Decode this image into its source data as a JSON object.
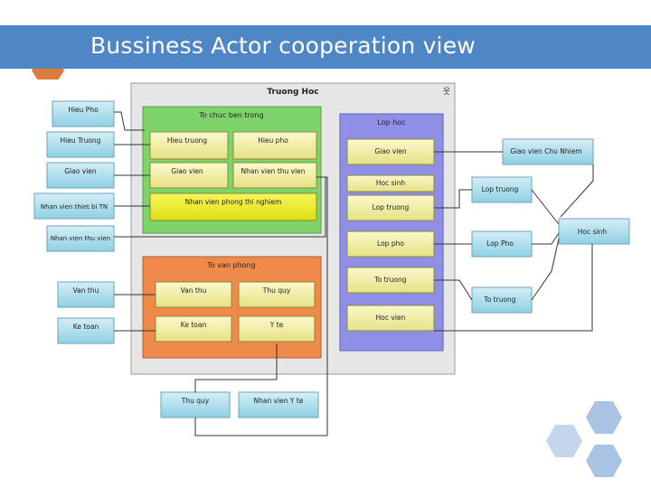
{
  "slide": {
    "title": "Bussiness Actor cooperation view"
  },
  "colors": {
    "title_bar": "#4f86c6",
    "hex_blue": "#3a4fc8",
    "hex_green": "#7bb24a",
    "hex_orange": "#e07a3a",
    "hex_light": "#a9c3e4",
    "actor_fill": "#a8dcec",
    "role_fill": "#f1ee9c",
    "green_group": "#7ed36a",
    "orange_group": "#f08a4a",
    "blue_group": "#8f8fe8",
    "outer_group": "#e6e6e6"
  },
  "diagram": {
    "outer_group": {
      "label": "Truong Hoc"
    },
    "green_group": {
      "label": "To chuc ben trong",
      "items": [
        "Hieu truong",
        "Hieu pho",
        "Giao vien",
        "Nhan vien thu vien",
        "Nhan vien phong thi nghiem"
      ]
    },
    "orange_group": {
      "label": "To van phong",
      "items": [
        "Van thu",
        "Thu quy",
        "Ke toan",
        "Y te"
      ]
    },
    "blue_group": {
      "label": "Lop hoc",
      "items": [
        "Giao vien",
        "Hoc sinh",
        "Lop truong",
        "Lop pho",
        "To truong",
        "Hoc vien"
      ]
    },
    "left_actors": [
      "Hieu Pho",
      "Hieu Truong",
      "Giao vien",
      "Nhan vien thiet bi TN",
      "Nhan vien thu vien",
      "Van thu",
      "Ke toan"
    ],
    "bottom_actors": [
      "Thu quy",
      "Nhan vien Y te"
    ],
    "right_actors": [
      "Giao vien Chu Nhiem",
      "Lop truong",
      "Lop Pho",
      "To truong",
      "Hoc sinh"
    ]
  }
}
